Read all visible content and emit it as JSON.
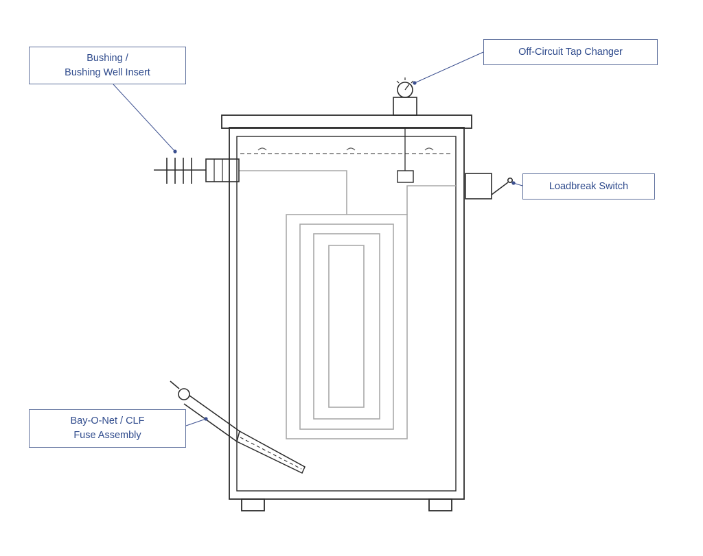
{
  "colors": {
    "outline": "#2b2b2b",
    "winding": "#a8a8a8",
    "leader": "#3b4f8f",
    "label_text": "#2e4a8c",
    "label_border": "#5a6c9a"
  },
  "labels": {
    "bushing": {
      "line1": "Bushing /",
      "line2": "Bushing Well Insert"
    },
    "tap_changer": {
      "line1": "Off-Circuit Tap Changer"
    },
    "loadbreak": {
      "line1": "Loadbreak Switch"
    },
    "fuse": {
      "line1": "Bay-O-Net / CLF",
      "line2": "Fuse Assembly"
    }
  }
}
